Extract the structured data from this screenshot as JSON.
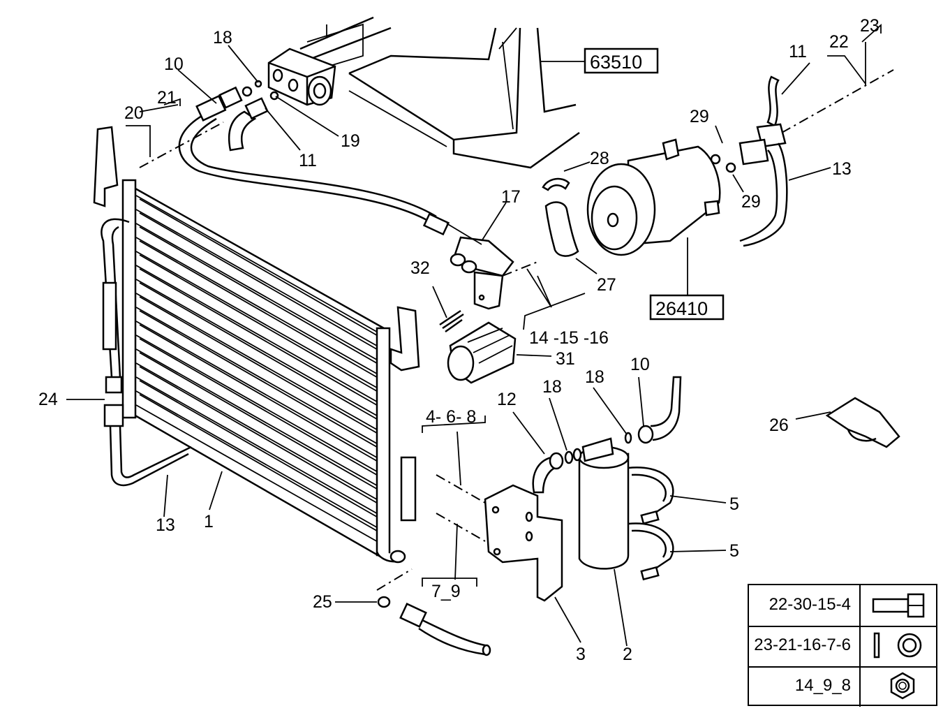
{
  "callouts": {
    "c1": "1",
    "c2": "2",
    "c3": "3",
    "c4_6_8": "4- 6- 8",
    "c5a": "5",
    "c5b": "5",
    "c7_9": "7_9",
    "c10a": "10",
    "c10b": "10",
    "c11a": "11",
    "c11b": "11",
    "c12": "12",
    "c13a": "13",
    "c13b": "13",
    "c14_15_16": "14 -15 -16",
    "c17": "17",
    "c18a": "18",
    "c18b": "18",
    "c18c": "18",
    "c19": "19",
    "c20": "20",
    "c21": "21",
    "c22": "22",
    "c23": "23",
    "c24": "24",
    "c25": "25",
    "c26": "26",
    "c27": "27",
    "c28": "28",
    "c29a": "29",
    "c29b": "29",
    "c31": "31",
    "c32": "32"
  },
  "boxes": {
    "b63510": "63510",
    "b26410": "26410"
  },
  "legend": {
    "rows": [
      {
        "code": "22-30-15-4",
        "symbol": "bolt-icon"
      },
      {
        "code": "23-21-16-7-6",
        "symbol": "washer-icon"
      },
      {
        "code": "14_9_8",
        "symbol": "nut-icon"
      }
    ]
  }
}
